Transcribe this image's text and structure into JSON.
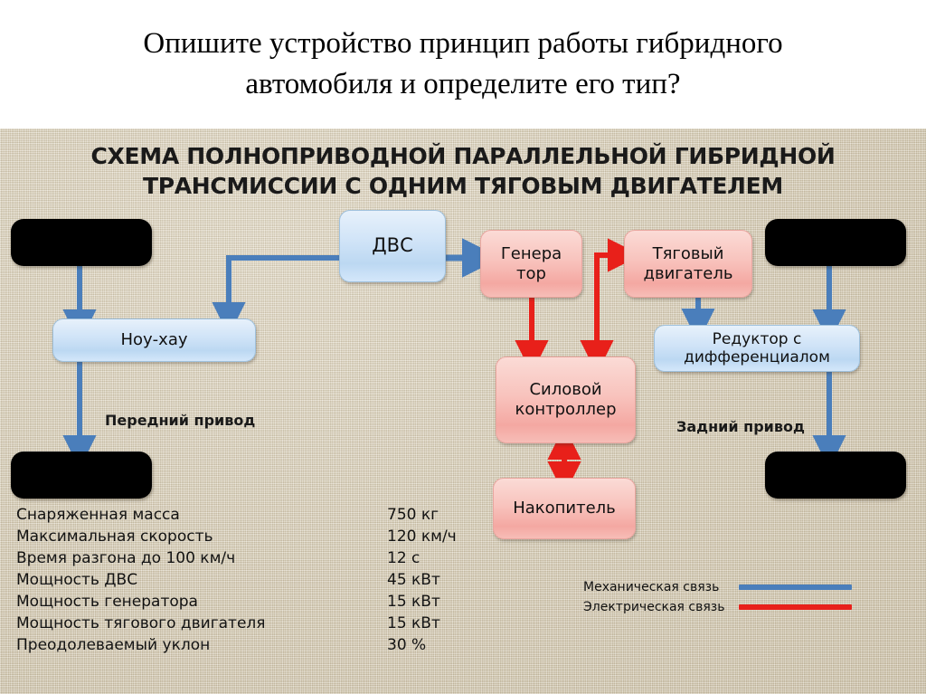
{
  "slide": {
    "question_line1": "Опишите устройство принцип работы гибридного",
    "question_line2": "автомобиля и определите его тип?"
  },
  "diagram": {
    "heading_line1": "СХЕМА ПОЛНОПРИВОДНОЙ ПАРАЛЛЕЛЬНОЙ ГИБРИДНОЙ",
    "heading_line2": "ТРАНСМИССИИ С ОДНИМ ТЯГОВЫМ ДВИГАТЕЛЕМ",
    "nodes": {
      "ice": "ДВС",
      "generator_line1": "Генера",
      "generator_line2": "тор",
      "traction_motor_line1": "Тяговый",
      "traction_motor_line2": "двигатель",
      "know_how": "Ноу-хау",
      "reducer_line1": "Редуктор с",
      "reducer_line2": "дифференциалом",
      "power_controller_line1": "Силовой",
      "power_controller_line2": "контроллер",
      "storage": "Накопитель"
    },
    "side_labels": {
      "front_drive": "Передний привод",
      "rear_drive": "Задний привод"
    },
    "legend": [
      {
        "label": "Механическая связь",
        "color": "#4a7ebb"
      },
      {
        "label": "Электрическая связь",
        "color": "#e8201a"
      }
    ],
    "specs": [
      {
        "label": "Снаряженная масса",
        "value": "750 кг"
      },
      {
        "label": "Максимальная скорость",
        "value": "120 км/ч"
      },
      {
        "label": "Время разгона до 100 км/ч",
        "value": "12 с"
      },
      {
        "label": "Мощность ДВС",
        "value": "45 кВт"
      },
      {
        "label": "Мощность генератора",
        "value": "15 кВт"
      },
      {
        "label": "Мощность тягового двигателя",
        "value": "15 кВт"
      },
      {
        "label": "Преодолеваемый уклон",
        "value": "30 %"
      }
    ],
    "colors": {
      "mechanical_link": "#4a7ebb",
      "electrical_link": "#e8201a",
      "blue_node": "#cfe3f7",
      "pink_node": "#f6b8b2",
      "wheel": "#000000",
      "background": "#d6ccb4"
    }
  }
}
